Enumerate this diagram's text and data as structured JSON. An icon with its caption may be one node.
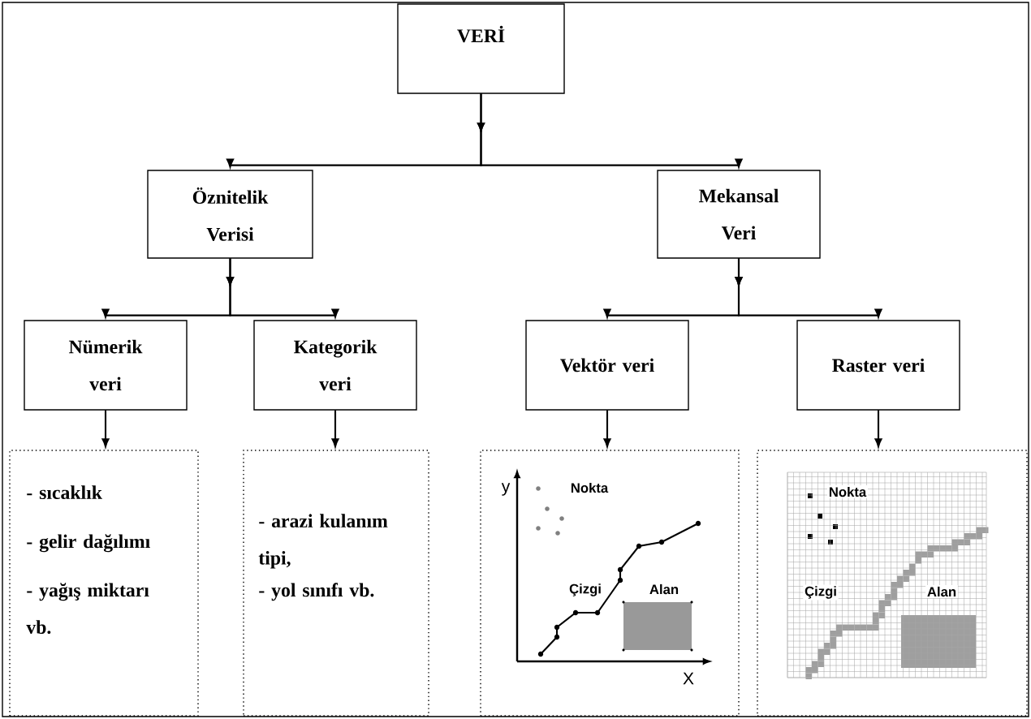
{
  "diagram": {
    "nodes": [
      {
        "text": [
          "VERİ"
        ]
      },
      {
        "text": [
          "Öznitelik Verisi"
        ]
      },
      {
        "text": [
          "Mekansal Veri"
        ]
      },
      {
        "text": [
          "Nümerik veri"
        ]
      },
      {
        "text": [
          "Kategorik veri"
        ]
      },
      {
        "text": [
          "Vektör veri"
        ]
      },
      {
        "text": [
          "Raster veri"
        ]
      },
      {
        "text": [
          "- sıcaklık",
          "- gelir dağılımı",
          "- yağış miktarı vb."
        ]
      },
      {
        "text": [
          "- arazi kulanım tipi,",
          "- yol sınıfı vb."
        ]
      },
      {
        "text": [
          "y",
          "Nokta",
          "Çizgi",
          "Alan",
          "X"
        ]
      },
      {
        "text": [
          "Nokta",
          "Çizgi",
          "Alan"
        ]
      }
    ],
    "edges": [
      {
        "from": 0,
        "to": 1,
        "arrow": "to"
      },
      {
        "from": 0,
        "to": 2,
        "arrow": "to"
      },
      {
        "from": 1,
        "to": 3,
        "arrow": "to"
      },
      {
        "from": 1,
        "to": 4,
        "arrow": "to"
      },
      {
        "from": 2,
        "to": 5,
        "arrow": "to"
      },
      {
        "from": 2,
        "to": 6,
        "arrow": "to"
      },
      {
        "from": 3,
        "to": 7,
        "arrow": "to"
      },
      {
        "from": 4,
        "to": 8,
        "arrow": "to"
      },
      {
        "from": 5,
        "to": 9,
        "arrow": "to"
      },
      {
        "from": 6,
        "to": 10,
        "arrow": "to"
      }
    ]
  }
}
